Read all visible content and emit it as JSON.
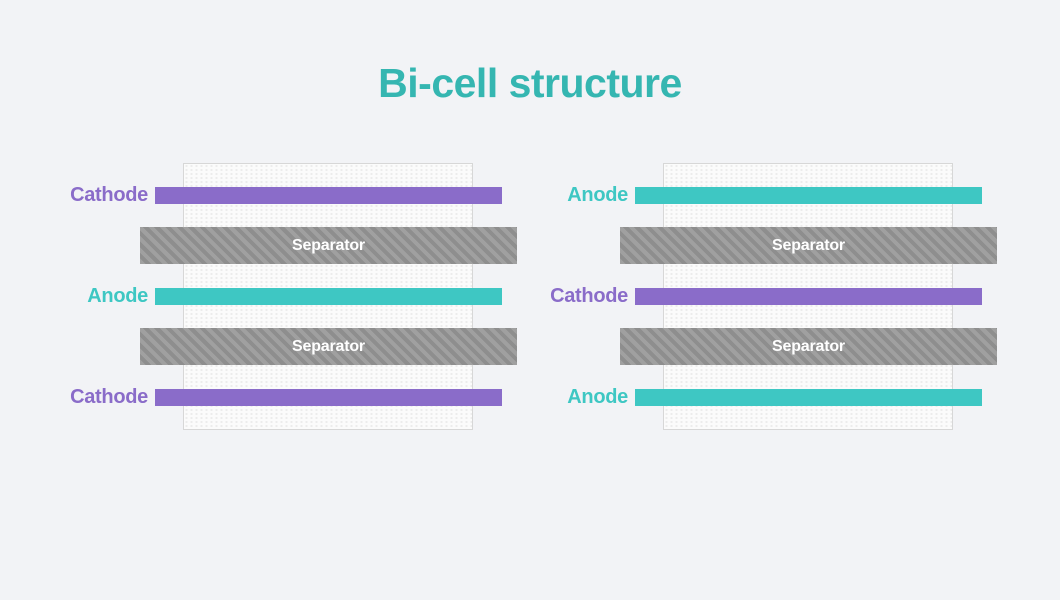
{
  "title": "Bi-cell structure",
  "colors": {
    "page_background": "#f2f3f6",
    "title": "#35b6b1",
    "cathode": "#8a6cc9",
    "anode": "#3ec7c3",
    "separator_light": "#a0a0a0",
    "separator_dark": "#8e8e8e",
    "separator_text": "#ffffff",
    "panel_background": "#fbfbfb",
    "panel_dot": "#dddddd",
    "panel_border": "#d7d7d7"
  },
  "diagrams": [
    {
      "name": "left-stack",
      "layers": [
        {
          "type": "cathode",
          "label": "Cathode"
        },
        {
          "type": "separator",
          "label": "Separator"
        },
        {
          "type": "anode",
          "label": "Anode"
        },
        {
          "type": "separator",
          "label": "Separator"
        },
        {
          "type": "cathode",
          "label": "Cathode"
        }
      ]
    },
    {
      "name": "right-stack",
      "layers": [
        {
          "type": "anode",
          "label": "Anode"
        },
        {
          "type": "separator",
          "label": "Separator"
        },
        {
          "type": "cathode",
          "label": "Cathode"
        },
        {
          "type": "separator",
          "label": "Separator"
        },
        {
          "type": "anode",
          "label": "Anode"
        }
      ]
    }
  ]
}
